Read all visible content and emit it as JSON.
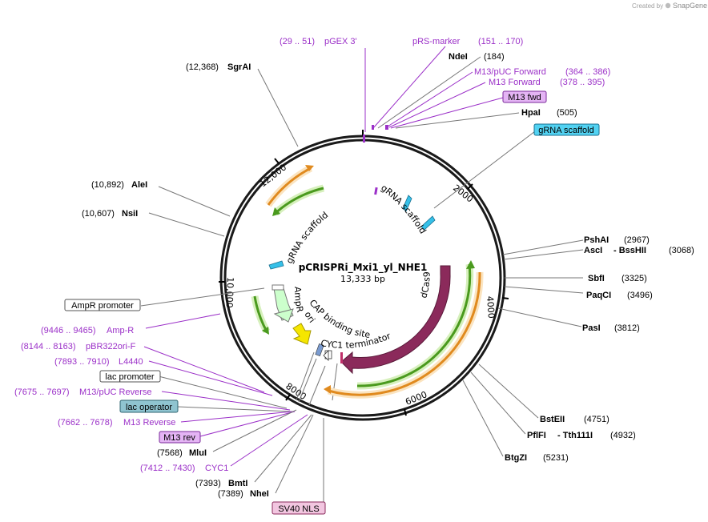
{
  "credit": {
    "prefix": "Created by",
    "brand": "SnapGene"
  },
  "plasmid": {
    "name": "pCRISPRi_Mxi1_yl_NHE1",
    "length": "13,333 bp"
  },
  "ticks": {
    "t2000": "2000",
    "t4000": "4000",
    "t6000": "6000",
    "t8000": "8000",
    "t10000": "10,000",
    "t12000": "12,000"
  },
  "labels": {
    "pgex_range": "(29 .. 51)",
    "pgex_name": "pGEX 3'",
    "prs_name": "pRS-marker",
    "prs_range": "(151 .. 170)",
    "ndei_name": "NdeI",
    "ndei_pos": "(184)",
    "m13puc_f_name": "M13/pUC Forward",
    "m13puc_f_range": "(364 .. 386)",
    "m13_f_name": "M13 Forward",
    "m13_f_range": "(378 .. 395)",
    "m13fwd_box": "M13 fwd",
    "hpai_name": "HpaI",
    "hpai_pos": "(505)",
    "grna_box": "gRNA scaffold",
    "sgrai_pos": "(12,368)",
    "sgrai_name": "SgrAI",
    "alei_pos": "(10,892)",
    "alei_name": "AleI",
    "nsii_pos": "(10,607)",
    "nsii_name": "NsiI",
    "pshai_name": "PshAI",
    "pshai_pos": "(2967)",
    "asci_name": "AscI",
    "bsshii_name": "BssHII",
    "bsshii_pos": "(3068)",
    "sbfi_name": "SbfI",
    "sbfi_pos": "(3325)",
    "paqci_name": "PaqCI",
    "paqci_pos": "(3496)",
    "pasi_name": "PasI",
    "pasi_pos": "(3812)",
    "bsteii_name": "BstEII",
    "bsteii_pos": "(4751)",
    "pflfi_name": "PflFI",
    "tth_name": "Tth111I",
    "tth_pos": "(4932)",
    "btgzi_name": "BtgZI",
    "btgzi_pos": "(5231)",
    "ampr_promoter_box": "AmpR promoter",
    "ampr_range": "(9446 .. 9465)",
    "ampr_name": "Amp-R",
    "pbr_range": "(8144 .. 8163)",
    "pbr_name": "pBR322ori-F",
    "l4440_range": "(7893 .. 7910)",
    "l4440_name": "L4440",
    "lac_promoter_box": "lac promoter",
    "m13puc_r_range": "(7675 .. 7697)",
    "m13puc_r_name": "M13/pUC Reverse",
    "lac_operator_box": "lac operator",
    "m13_r_range": "(7662 .. 7678)",
    "m13_r_name": "M13 Reverse",
    "m13rev_box": "M13 rev",
    "mlui_pos": "(7568)",
    "mlui_name": "MluI",
    "cyc1_range": "(7412 .. 7430)",
    "cyc1_name": "CYC1",
    "bmti_pos": "(7393)",
    "bmti_name": "BmtI",
    "nhei_pos": "(7389)",
    "nhei_name": "NheI",
    "sv40_box": "SV40 NLS"
  },
  "features": {
    "grna_inner1": "gRNA scaffold",
    "grna_inner2": "gRNA scaffold",
    "ampr": "AmpR",
    "cap": "CAP binding site",
    "ori": "ori",
    "cyc1_term": "CYC1 terminator",
    "dcas9": "dCas9"
  },
  "colors": {
    "primer": "#9b30c8",
    "dcas9": "#8b2a5b",
    "orange": "#e08a1f",
    "green": "#4a9a1e",
    "cyan": "#35c0e8",
    "yellow": "#f5e600",
    "mint": "#ccffcc",
    "box_cyan": "#52d2f2",
    "box_teal": "#8fc4d0",
    "box_purple": "#e4b4f4",
    "box_pink": "#f2c6e0"
  }
}
